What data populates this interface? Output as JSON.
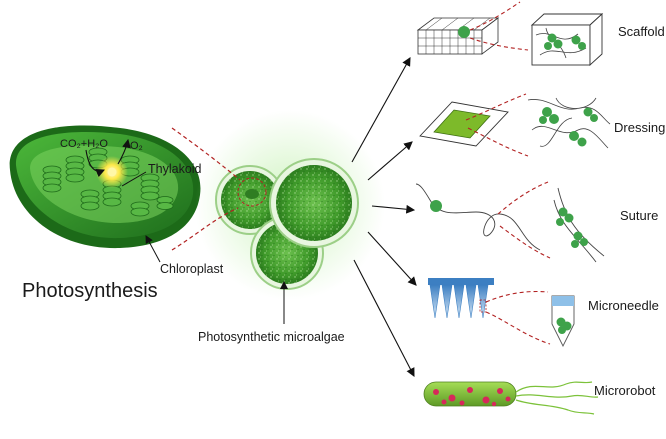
{
  "diagram": {
    "left": {
      "title": "Photosynthesis",
      "organelle_label": "Chloroplast",
      "structure_label": "Thylakoid",
      "inputs_label": "CO₂+H₂O",
      "output_label": "O₂"
    },
    "center": {
      "label": "Photosynthetic  microalgae"
    },
    "applications": [
      {
        "label": "Scaffold",
        "icon": "scaffold-icon"
      },
      {
        "label": "Dressing",
        "icon": "dressing-icon"
      },
      {
        "label": "Suture",
        "icon": "suture-icon"
      },
      {
        "label": "Microneedle",
        "icon": "microneedle-icon"
      },
      {
        "label": "Microrobot",
        "icon": "microrobot-icon"
      }
    ],
    "colors": {
      "green_dark": "#1f7a22",
      "green": "#3a9d2c",
      "green_light": "#7fd06a",
      "connector_red": "#b22222",
      "microrobot_dots": "#d6285a",
      "needle_blue": "#5b9bd5"
    }
  }
}
